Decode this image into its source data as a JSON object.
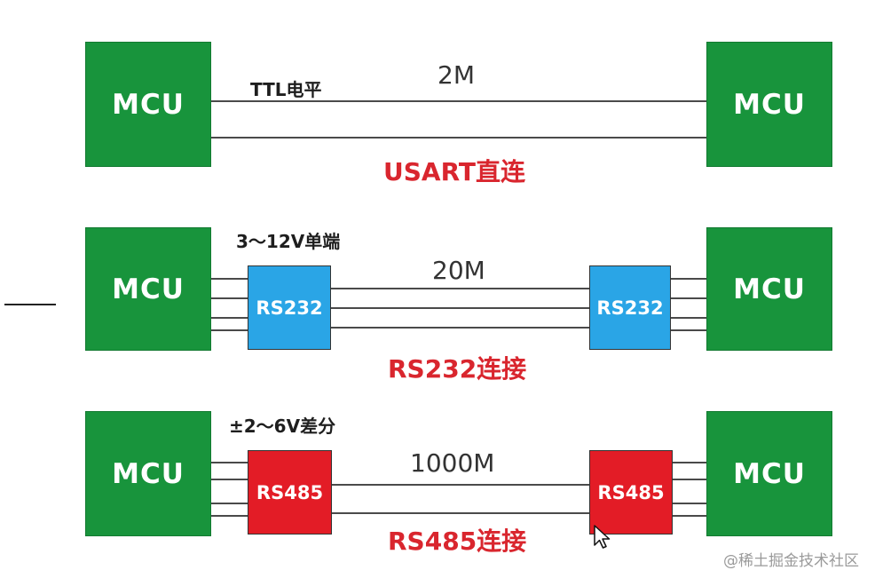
{
  "mcu_label": "MCU",
  "rows": [
    {
      "voltage_label": "TTL电平",
      "speed_label": "2M",
      "title": "USART直连"
    },
    {
      "voltage_label": "3～12V单端",
      "speed_label": "20M",
      "title": "RS232连接",
      "chip_label": "RS232",
      "chip_color": "#2aa5e6"
    },
    {
      "voltage_label": "±2～6V差分",
      "speed_label": "1000M",
      "title": "RS485连接",
      "chip_label": "RS485",
      "chip_color": "#e31c26"
    }
  ],
  "colors": {
    "mcu_green": "#18943c",
    "title_red": "#d9262e",
    "line_gray": "#4a4a4a"
  },
  "watermark": "@稀土掘金技术社区",
  "cursor_icon": "mouse-pointer-icon"
}
